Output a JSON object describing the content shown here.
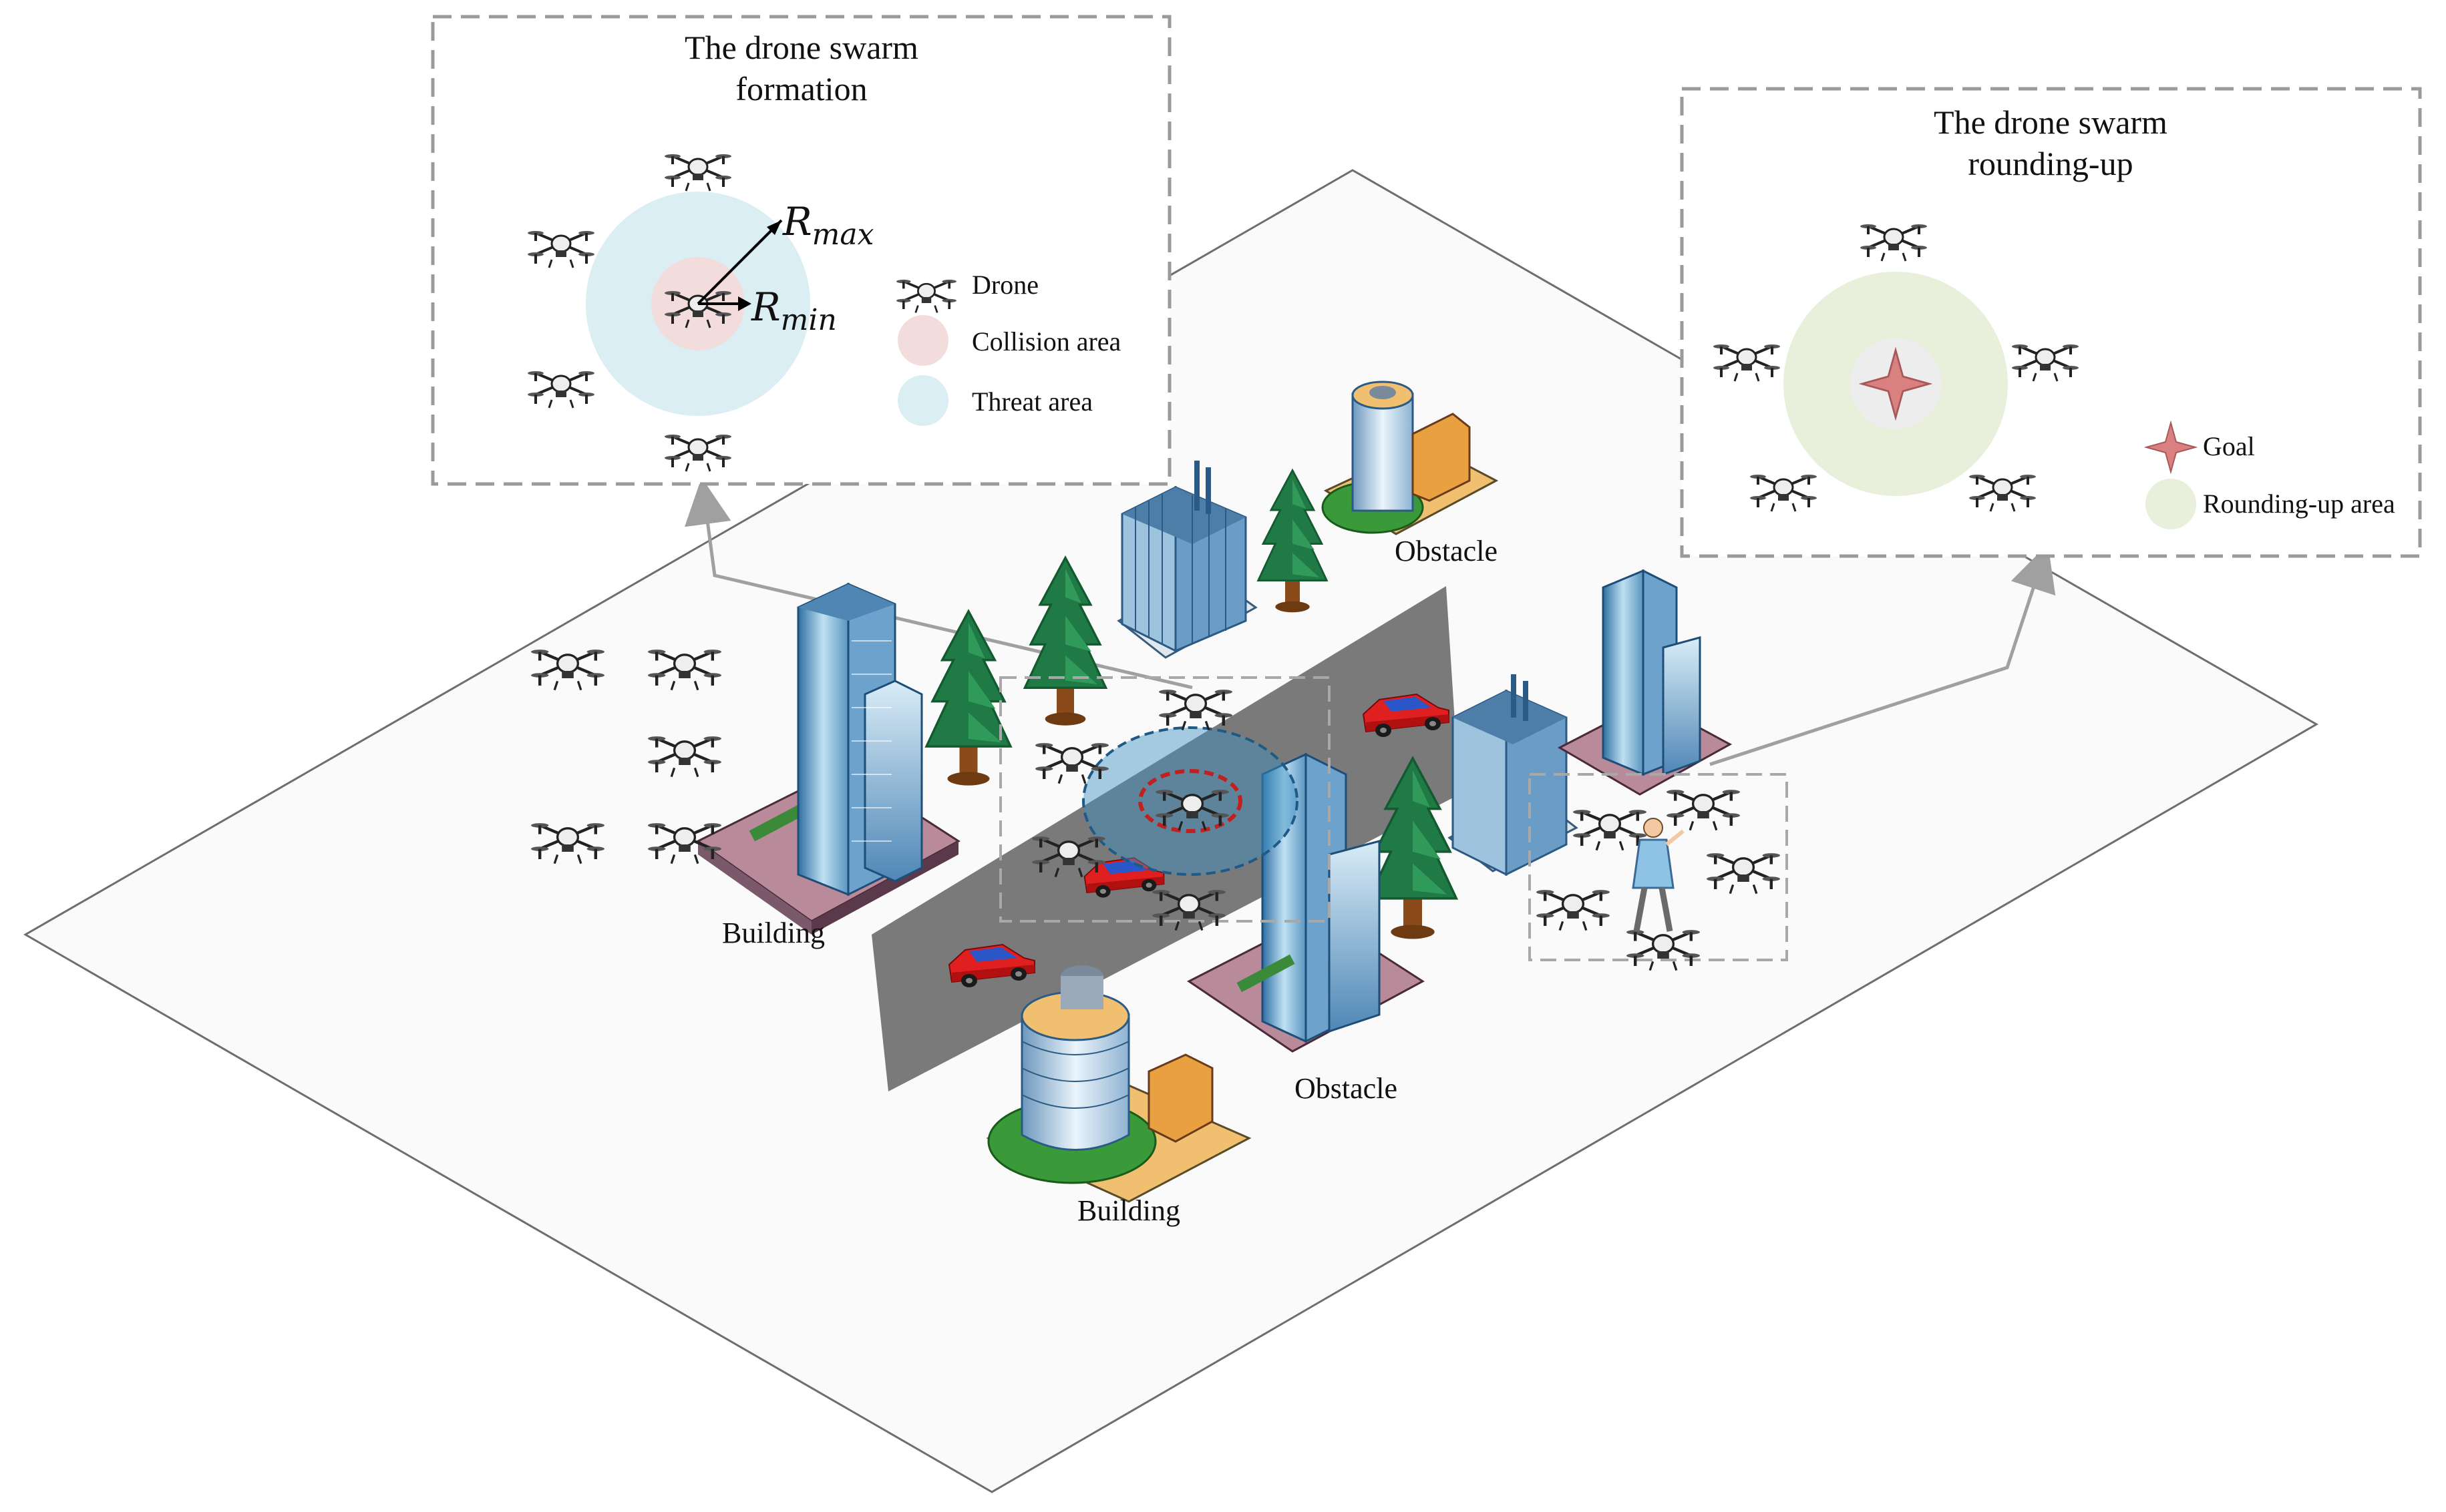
{
  "formation_panel": {
    "title_line1": "The drone swarm",
    "title_line2": "formation",
    "r_max_base": "R",
    "r_max_sub": "max",
    "r_min_base": "R",
    "r_min_sub": "min",
    "legend": [
      {
        "label": "Drone",
        "icon": "drone-icon"
      },
      {
        "label": "Collision area",
        "icon": "collision-area-swatch",
        "color": "#f3dcdc"
      },
      {
        "label": "Threat area",
        "icon": "threat-area-swatch",
        "color": "#dbeef4"
      }
    ]
  },
  "roundup_panel": {
    "title_line1": "The drone swarm",
    "title_line2": "rounding-up",
    "legend": [
      {
        "label": "Goal",
        "icon": "goal-star-icon",
        "color": "#d98080"
      },
      {
        "label": "Rounding-up area",
        "icon": "rounding-up-area-swatch",
        "color": "#e8f0dc"
      }
    ]
  },
  "scene_labels": {
    "building_left": "Building",
    "building_bottom": "Building",
    "obstacle_top": "Obstacle",
    "obstacle_middle": "Obstacle"
  },
  "colors": {
    "collision": "#f3dcdc",
    "threat": "#dbeef4",
    "rounding_up": "#e8f0dc",
    "goal": "#d98080",
    "ground": "#fafafa",
    "road": "#7a7a7a",
    "panel_border": "#9a9a9a",
    "arrow": "#a0a0a0"
  }
}
